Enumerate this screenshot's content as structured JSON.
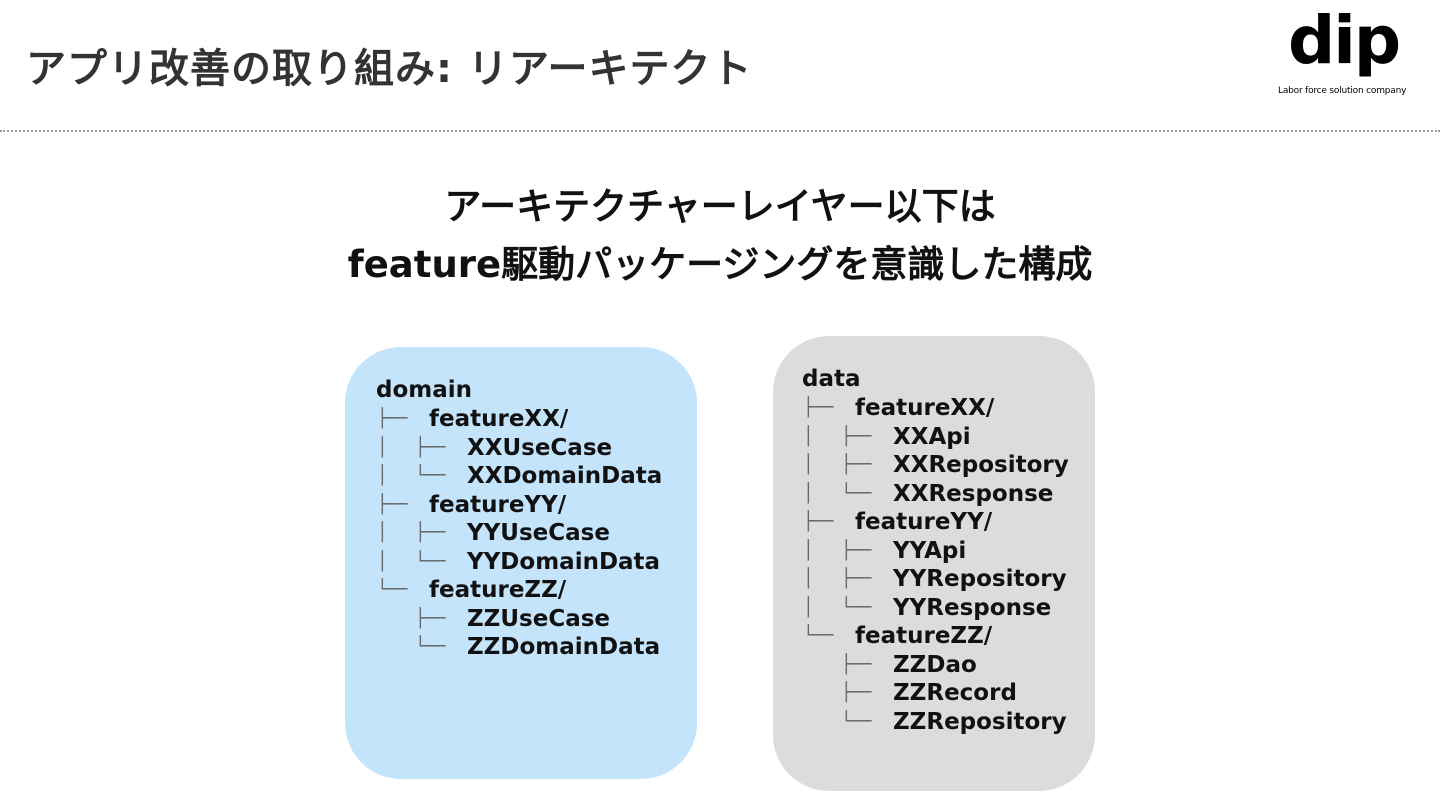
{
  "header": {
    "title": "アプリ改善の取り組み: リアーキテクト",
    "logo": {
      "mark": "dip",
      "tagline": "Labor force solution company"
    }
  },
  "headline": {
    "line1": "アーキテクチャーレイヤー以下は",
    "line2": "feature駆動パッケージングを意識した構成"
  },
  "domain_tree": {
    "root": "domain",
    "features": [
      {
        "name": "featureXX/",
        "children": [
          "XXUseCase",
          "XXDomainData"
        ]
      },
      {
        "name": "featureYY/",
        "children": [
          "YYUseCase",
          "YYDomainData"
        ]
      },
      {
        "name": "featureZZ/",
        "children": [
          "ZZUseCase",
          "ZZDomainData"
        ]
      }
    ]
  },
  "data_tree": {
    "root": "data",
    "features": [
      {
        "name": "featureXX/",
        "children": [
          "XXApi",
          "XXRepository",
          "XXResponse"
        ]
      },
      {
        "name": "featureYY/",
        "children": [
          "YYApi",
          "YYRepository",
          "YYResponse"
        ]
      },
      {
        "name": "featureZZ/",
        "children": [
          "ZZDao",
          "ZZRecord",
          "ZZRepository"
        ]
      }
    ]
  },
  "colors": {
    "domain_panel": "#c3e4fa",
    "data_panel": "#dcdcdc",
    "title": "#333333"
  }
}
